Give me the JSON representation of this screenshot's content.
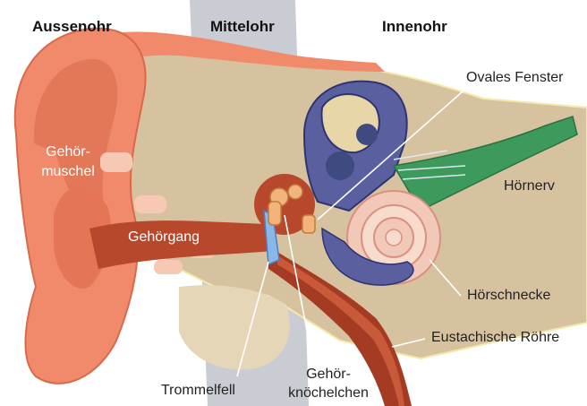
{
  "sections": {
    "outer": "Aussenohr",
    "middle": "Mittelohr",
    "inner": "Innenohr"
  },
  "labels": {
    "pinna_line1": "Gehör-",
    "pinna_line2": "muschel",
    "ear_canal": "Gehörgang",
    "oval_window": "Ovales Fenster",
    "auditory_nerve": "Hörnerv",
    "cochlea": "Hörschnecke",
    "eustachian_tube": "Eustachische Röhre",
    "eardrum": "Trommelfell",
    "ossicles_line1": "Gehör-",
    "ossicles_line2": "knöchelchen"
  },
  "colors": {
    "skin": "#f08a6a",
    "skin_dark": "#d9694a",
    "bone": "#d7c2a0",
    "canal": "#b8482c",
    "labyrinth": "#5a5fa0",
    "nerve": "#3d9a5c",
    "cochlea": "#f2c8b8"
  }
}
